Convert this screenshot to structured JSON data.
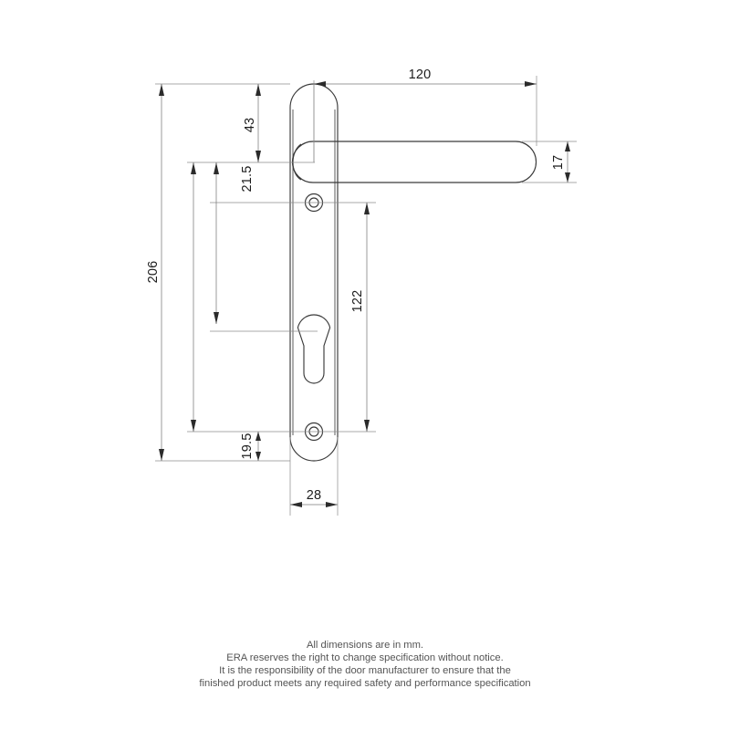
{
  "drawing": {
    "title": "Door handle backplate technical drawing",
    "units_note": "All dimensions are in mm.",
    "line_color": "#3a3a3a",
    "dim_color": "#7a7a7a",
    "text_color": "#1d1d1d",
    "note_color": "#545454",
    "background": "#ffffff"
  },
  "dimensions": {
    "overall_plate_length": {
      "value": "206",
      "orientation": "vertical",
      "label": "206"
    },
    "top_to_handle_centre": {
      "value": "43",
      "orientation": "vertical",
      "label": "43"
    },
    "handle_centre_to_upper_fixing": {
      "value": "21.5",
      "orientation": "vertical",
      "label": "21.5"
    },
    "fixing_centres": {
      "value": "122",
      "orientation": "vertical",
      "label": "122"
    },
    "lower_fixing_to_plate_end": {
      "value": "19.5",
      "orientation": "vertical",
      "label": "19.5"
    },
    "plate_width": {
      "value": "28",
      "orientation": "horizontal",
      "label": "28"
    },
    "lever_projection_length": {
      "value": "120",
      "orientation": "horizontal",
      "label": "120"
    },
    "lever_bar_thickness": {
      "value": "17",
      "orientation": "vertical",
      "label": "17"
    }
  },
  "footer": {
    "lines": [
      "All dimensions are in mm.",
      "ERA reserves the right to change specification without notice.",
      "It is the responsibility of the door manufacturer to ensure that the",
      "finished product meets any required safety and performance specification"
    ],
    "line_1": "All dimensions are in mm.",
    "line_2": "ERA reserves the right to change specification without notice.",
    "line_3": "It is the responsibility of the door manufacturer to ensure that the",
    "line_4": "finished product meets any required safety and performance specification"
  },
  "features": {
    "upper_fixing_hole": "screw-hole",
    "lower_fixing_hole": "screw-hole",
    "cylinder_cutout": "euro-profile-keyhole",
    "lever": "straight-lever-handle"
  }
}
